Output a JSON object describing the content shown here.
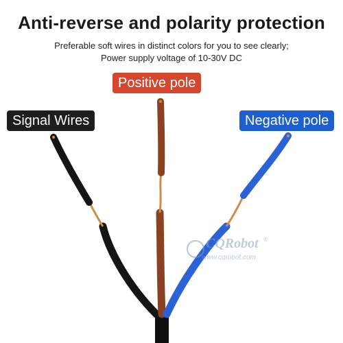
{
  "headline": "Anti-reverse and polarity protection",
  "subtitle_line1": "Preferable soft wires in distinct colors for you to see clearly;",
  "subtitle_line2": "Power supply voltage of 10-30V DC",
  "labels": {
    "positive": "Positive pole",
    "signal": "Signal Wires",
    "negative": "Negative pole"
  },
  "watermark": {
    "brand": "CQRobot",
    "registered": "®",
    "url": "www.cqrobot.com"
  },
  "colors": {
    "positive": "#d2472e",
    "signal": "#1e1e1e",
    "negative": "#1e5fd0",
    "wire_brown": "#8a4322",
    "wire_blue": "#2b63d6",
    "wire_black": "#151515",
    "copper": "#d08a4a"
  }
}
